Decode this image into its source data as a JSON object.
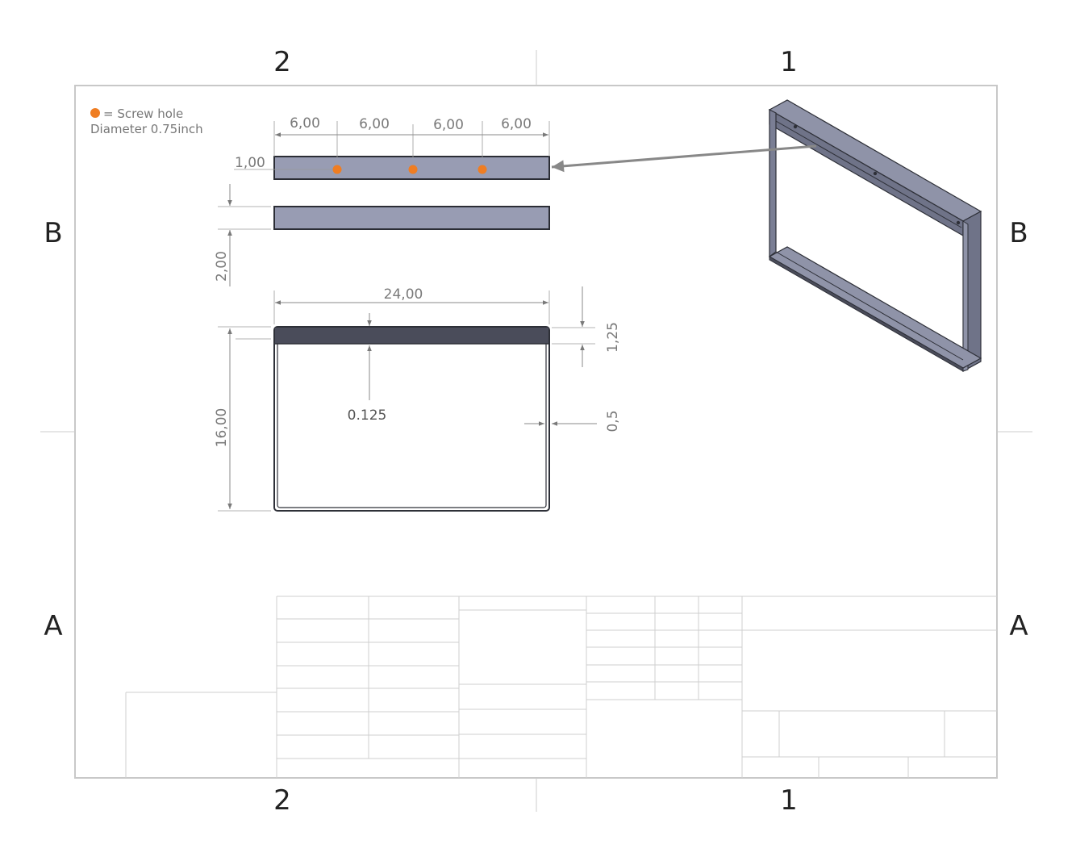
{
  "zones": {
    "top_left": "2",
    "top_right": "1",
    "bottom_left": "2",
    "bottom_right": "1",
    "left_upper": "B",
    "left_lower": "A",
    "right_upper": "B",
    "right_lower": "A"
  },
  "legend": {
    "screw_label": "= Screw hole",
    "diameter_label": "Diameter 0.75inch",
    "dot_color": "#ef7d22"
  },
  "dimensions": {
    "spacing_1": "6,00",
    "spacing_2": "6,00",
    "spacing_3": "6,00",
    "spacing_4": "6,00",
    "hole_offset": "1,00",
    "bar_height": "2,00",
    "width": "24,00",
    "height": "16,00",
    "top_band": "1,25",
    "wall": "0,5",
    "thickness": "0.125"
  },
  "colors": {
    "bar_fill": "#989cb3",
    "top_band_fill": "#4a4c5a",
    "frame_dark": "#2e3038",
    "frame_face": "#8f93a8",
    "frame_side": "#6f7388"
  }
}
